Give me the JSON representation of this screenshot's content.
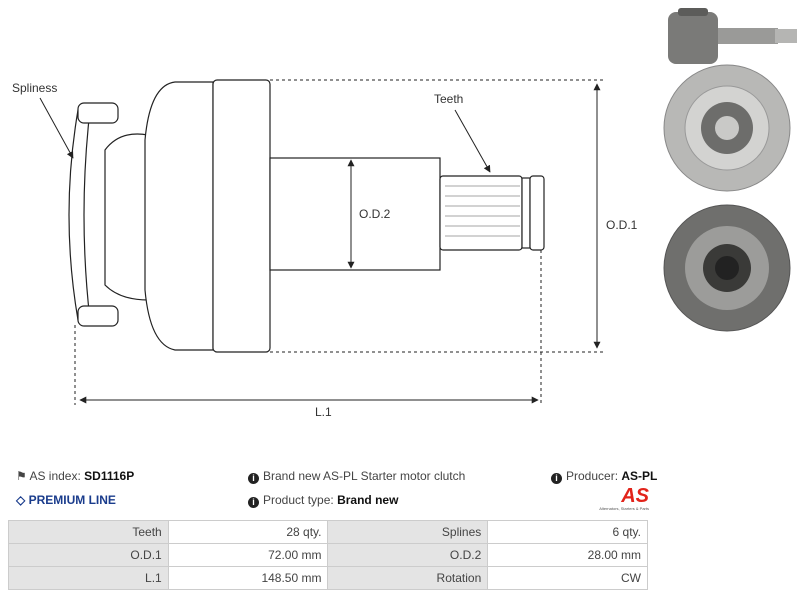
{
  "diagram": {
    "labels": {
      "spliness": "Spliness",
      "teeth": "Teeth",
      "od2": "O.D.2",
      "od1": "O.D.1",
      "l1": "L.1"
    }
  },
  "info": {
    "as_index_label": "AS index:",
    "as_index_value": "SD1116P",
    "premium": "PREMIUM LINE",
    "description": "Brand new AS-PL Starter motor clutch",
    "product_type_label": "Product type:",
    "product_type_value": "Brand new",
    "producer_label": "Producer:",
    "producer_value": "AS-PL",
    "logo_text": "AS",
    "logo_tagline": "Alternators, Starters & Parts"
  },
  "colors": {
    "premium": "#1a3c8c",
    "logo": "#e2231a",
    "table_label_bg": "#e4e4e4"
  },
  "specs": [
    [
      {
        "label": "Teeth",
        "value": "28 qty."
      },
      {
        "label": "Splines",
        "value": "6 qty."
      }
    ],
    [
      {
        "label": "O.D.1",
        "value": "72.00 mm"
      },
      {
        "label": "O.D.2",
        "value": "28.00 mm"
      }
    ],
    [
      {
        "label": "L.1",
        "value": "148.50 mm"
      },
      {
        "label": "Rotation",
        "value": "CW"
      }
    ]
  ]
}
